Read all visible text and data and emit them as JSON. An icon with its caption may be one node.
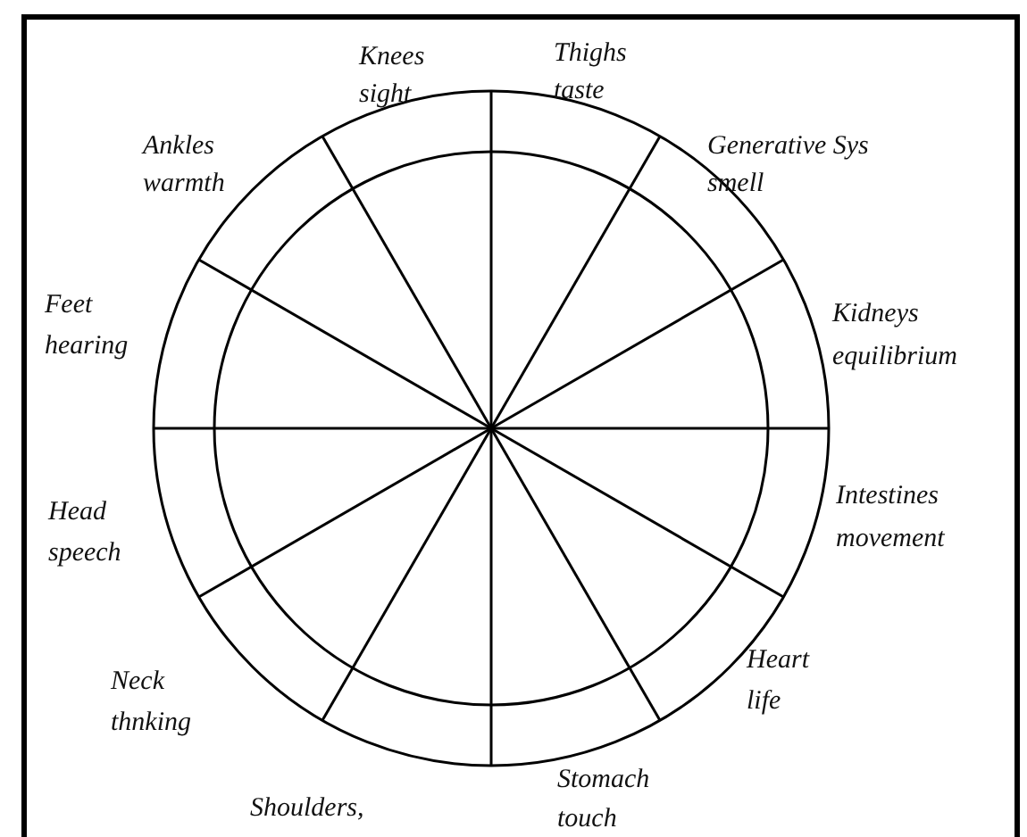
{
  "diagram": {
    "labels": [
      "Knees",
      "sight",
      "Thighs",
      "taste",
      "Ankles",
      "warmth",
      "Generative Sys",
      "smell",
      "Feet",
      "hearing",
      "Kidneys",
      "equilibrium",
      "Intestines",
      "movement",
      "Head",
      "speech",
      "Heart",
      "life",
      "Neck",
      "thnking",
      "Stomach",
      "touch",
      "Shoulders,"
    ]
  }
}
